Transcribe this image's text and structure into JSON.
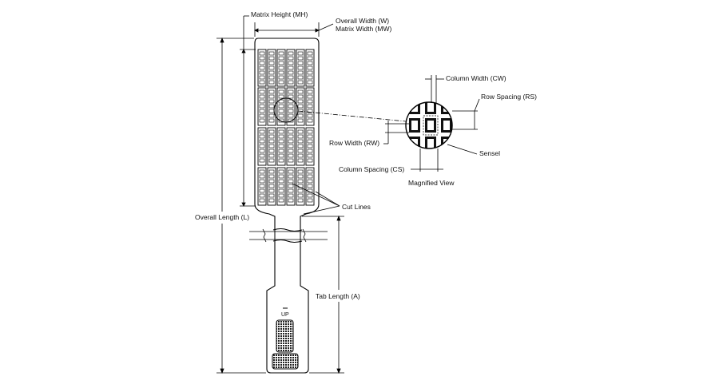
{
  "labels": {
    "matrix_height": "Matrix Height (MH)",
    "overall_width": "Overall Width (W)",
    "matrix_width": "Matrix Width (MW)",
    "column_width": "Column Width (CW)",
    "row_spacing": "Row Spacing (RS)",
    "row_width": "Row Width (RW)",
    "sensel": "Sensel",
    "column_spacing": "Column Spacing (CS)",
    "magnified_view": "Magnified View",
    "cut_lines": "Cut Lines",
    "overall_length": "Overall Length (L)",
    "tab_length": "Tab Length (A)",
    "up_marker": "UP"
  }
}
